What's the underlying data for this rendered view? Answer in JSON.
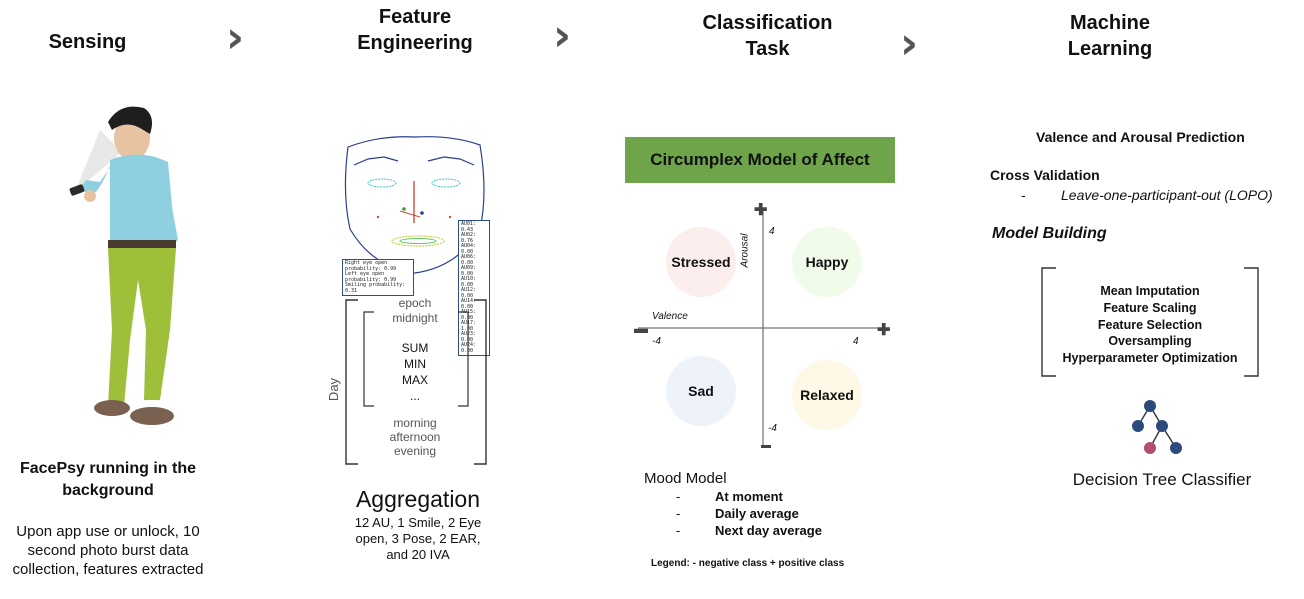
{
  "stages": {
    "sensing": "Sensing",
    "feature_engineering": "Feature\nEngineering",
    "classification": "Classification\nTask",
    "machine_learning": "Machine\nLearning"
  },
  "sensing": {
    "caption_title": "FacePsy running in the background",
    "caption_body": "Upon app use or unlock, 10 second photo burst data collection, features extracted"
  },
  "feature": {
    "au_lines": [
      "AU01: 0.43",
      "AU02: 0.76",
      "AU04: 0.00",
      "AU06: 0.00",
      "AU09: 0.00",
      "AU10: 0.00",
      "AU12: 0.00",
      "AU14: 0.00",
      "AU15: 0.00",
      "AU17: 1.00",
      "AU23: 0.00",
      "AU24: 0.00"
    ],
    "prob_lines": [
      "Right eye open probability: 0.99",
      "Left eye open probability: 0.99",
      "Smiling probability: 0.31"
    ],
    "epoch": "epoch",
    "midnight": "midnight",
    "agg_funcs": [
      "SUM",
      "MIN",
      "MAX",
      "..."
    ],
    "times": [
      "morning",
      "afternoon",
      "evening"
    ],
    "day_label": "Day",
    "aggregation_title": "Aggregation",
    "aggregation_desc": "12 AU, 1 Smile, 2 Eye open, 3 Pose, 2 EAR, and 20 IVA"
  },
  "classification": {
    "banner": "Circumplex Model of Affect",
    "arousal": "Arousal",
    "valence": "Valence",
    "ticks": {
      "top": "4",
      "bottom": "-4",
      "left": "-4",
      "right": "4"
    },
    "quadrants": {
      "stressed": "Stressed",
      "happy": "Happy",
      "sad": "Sad",
      "relaxed": "Relaxed"
    },
    "quadrant_colors": {
      "stressed": "#fdeeee",
      "happy": "#f1fbea",
      "sad": "#eef3fb",
      "relaxed": "#fdf9e6"
    },
    "mood_title": "Mood Model",
    "mood_items": [
      "At moment",
      "Daily average",
      "Next day average"
    ],
    "legend": "Legend: - negative class + positive class"
  },
  "ml": {
    "vap": "Valence and Arousal Prediction",
    "cv_title": "Cross Validation",
    "cv_item": "Leave-one-participant-out (LOPO)",
    "model_building": "Model Building",
    "steps": [
      "Mean Imputation",
      "Feature Scaling",
      "Feature Selection",
      "Oversampling",
      "Hyperparameter Optimization"
    ],
    "classifier": "Decision Tree Classifier"
  },
  "colors": {
    "banner": "#6ea54a",
    "tree_blue": "#2c4a7c",
    "tree_pink": "#b0506a"
  }
}
